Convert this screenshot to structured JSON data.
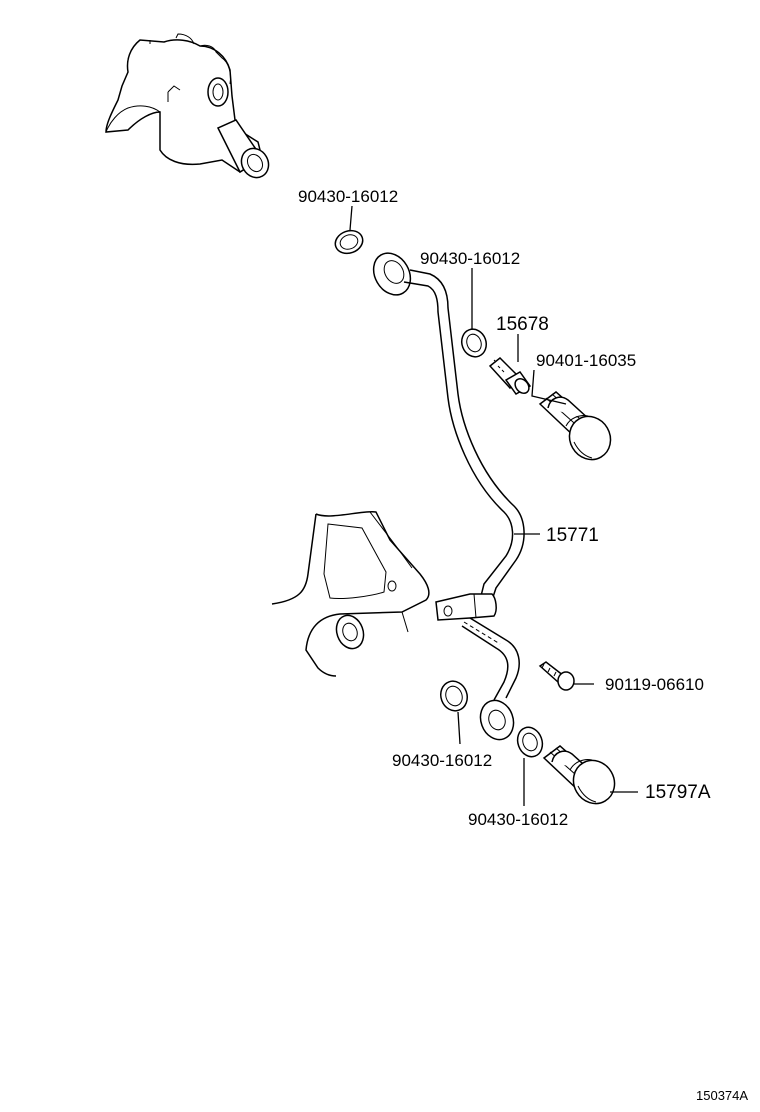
{
  "parts": [
    {
      "key": "gasket_top_left",
      "number": "90430-16012"
    },
    {
      "key": "gasket_top_right",
      "number": "90430-16012"
    },
    {
      "key": "switch",
      "number": "15678"
    },
    {
      "key": "bolt_upper",
      "number": "90401-16035"
    },
    {
      "key": "oil_pipe",
      "number": "15771"
    },
    {
      "key": "clamp_bolt",
      "number": "90119-06610"
    },
    {
      "key": "gasket_bottom_left",
      "number": "90430-16012"
    },
    {
      "key": "gasket_bottom_right",
      "number": "90430-16012"
    },
    {
      "key": "union_bolt_lower",
      "number": "15797A"
    }
  ],
  "figure_id": "150374A"
}
